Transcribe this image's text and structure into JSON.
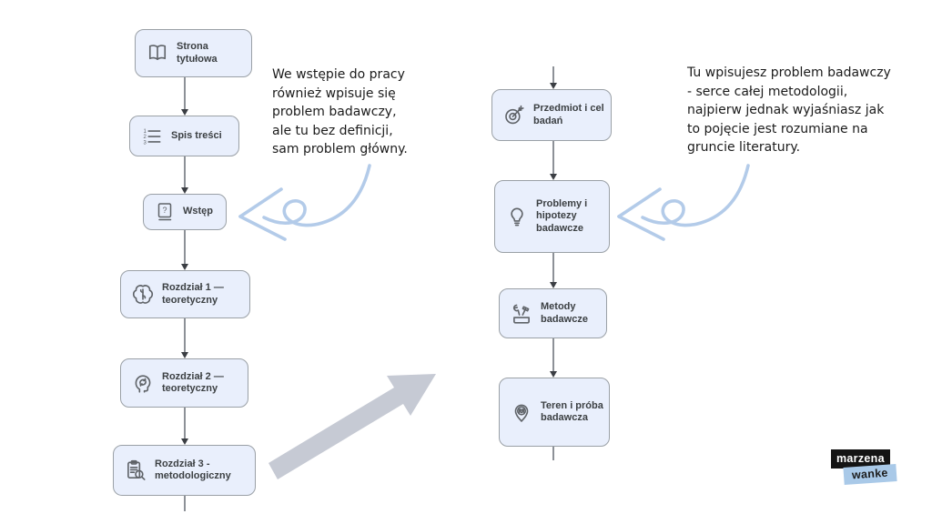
{
  "left_column": {
    "nodes": [
      {
        "label": "Strona tytułowa",
        "icon": "open-book-icon"
      },
      {
        "label": "Spis treści",
        "icon": "numbered-list-icon"
      },
      {
        "label": "Wstęp",
        "icon": "question-book-icon"
      },
      {
        "label": "Rozdział 1 —\nteoretyczny",
        "icon": "brain-icon"
      },
      {
        "label": "Rozdział 2 —\nteoretyczny",
        "icon": "head-cycle-icon"
      },
      {
        "label": "Rozdział 3 -\nmetodologiczny",
        "icon": "clipboard-search-icon"
      }
    ]
  },
  "right_column": {
    "nodes": [
      {
        "label": "Przedmiot i cel\nbadań",
        "icon": "target-dart-icon"
      },
      {
        "label": "Problemy i\nhipotezy\nbadawcze",
        "icon": "lightbulb-icon"
      },
      {
        "label": "Metody\nbadawcze",
        "icon": "tools-icon"
      },
      {
        "label": "Teren i próba\nbadawcza",
        "icon": "map-pin-people-icon"
      }
    ]
  },
  "annotations": {
    "left": "We wstępie do pracy\nrównież wpisuje się\nproblem badawczy,\nale tu bez definicji,\nsam problem główny.",
    "right": "Tu wpisujesz problem badawczy\n- serce całej metodologii,\nnajpierw jednak wyjaśniasz jak\nto pojęcie jest rozumiane na\ngruncie literatury."
  },
  "logo": {
    "line1": "marzena",
    "line2": "wanke"
  },
  "colors": {
    "node_fill": "#e9effc",
    "node_border": "#9aa0a6",
    "node_text": "#3c4043",
    "connector_line": "#8d9197",
    "connector_arrowhead": "#3b3e43",
    "curly_arrow_blue": "#b3cbe9",
    "big_arrow_gray": "#c6cad4",
    "logo_black_bg": "#141414",
    "logo_blue_bg": "#a9c9e8"
  }
}
